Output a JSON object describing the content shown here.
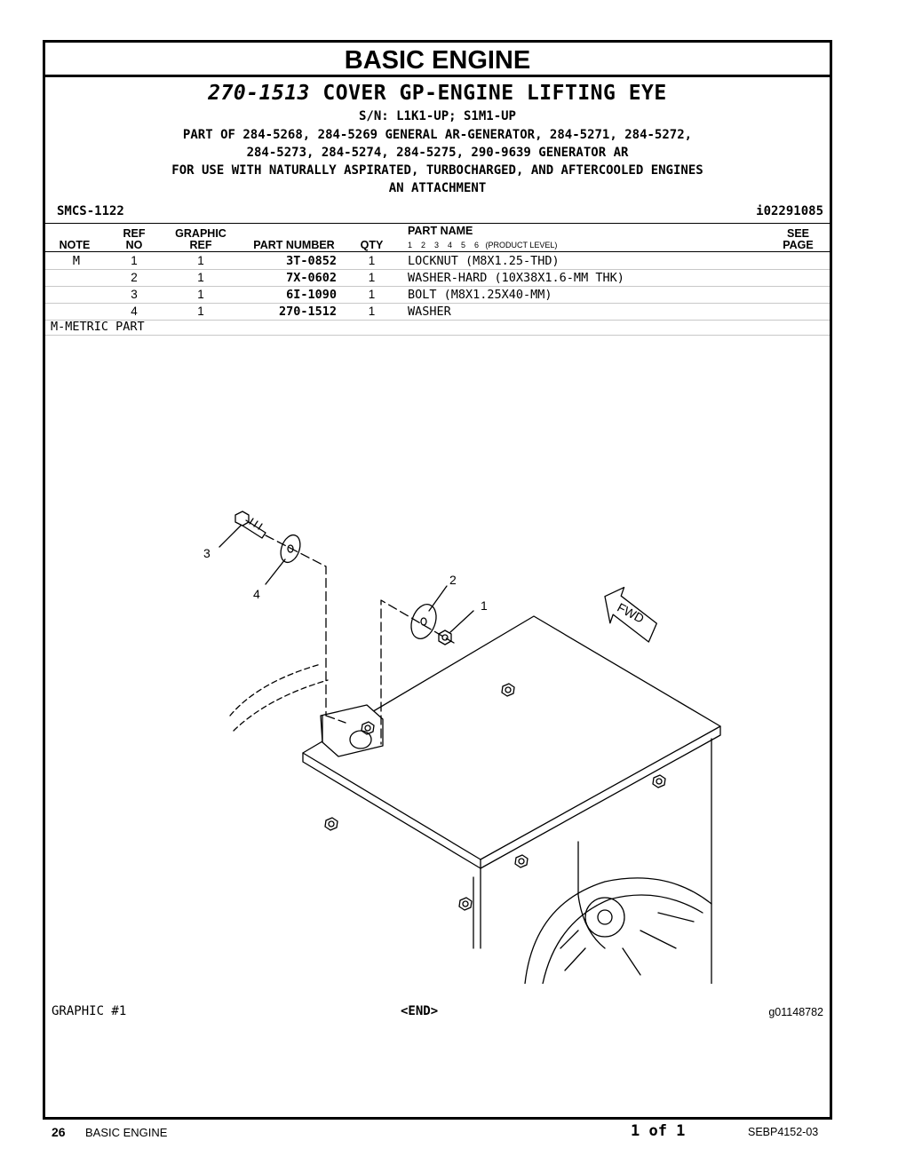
{
  "header": {
    "section_title": "BASIC ENGINE",
    "part_number": "270-1513",
    "part_title": "COVER GP-ENGINE LIFTING EYE",
    "serial_line": "S/N: L1K1-UP; S1M1-UP",
    "part_of_line1": "PART OF 284-5268, 284-5269 GENERAL AR-GENERATOR, 284-5271, 284-5272,",
    "part_of_line2": "284-5273, 284-5274, 284-5275, 290-9639 GENERATOR AR",
    "use_line1": "FOR USE WITH NATURALLY ASPIRATED, TURBOCHARGED, AND AFTERCOOLED ENGINES",
    "use_line2": "AN ATTACHMENT",
    "smcs": "SMCS-1122",
    "illustration_id": "i02291085"
  },
  "table": {
    "headers": {
      "note": "NOTE",
      "ref_top": "REF",
      "ref_bottom": "NO",
      "graphic_top": "GRAPHIC",
      "graphic_bottom": "REF",
      "part_number": "PART NUMBER",
      "qty": "QTY",
      "part_name": "PART NAME",
      "product_level": "1    2    3    4    5    6   (PRODUCT LEVEL)",
      "see_top": "SEE",
      "see_bottom": "PAGE"
    },
    "rows": [
      {
        "note": "M",
        "ref": "1",
        "graphic_ref": "1",
        "part_number": "3T-0852",
        "qty": "1",
        "name": "LOCKNUT (M8X1.25-THD)"
      },
      {
        "note": "",
        "ref": "2",
        "graphic_ref": "1",
        "part_number": "7X-0602",
        "qty": "1",
        "name": "WASHER-HARD (10X38X1.6-MM THK)"
      },
      {
        "note": "",
        "ref": "3",
        "graphic_ref": "1",
        "part_number": "6I-1090",
        "qty": "1",
        "name": "BOLT (M8X1.25X40-MM)"
      },
      {
        "note": "",
        "ref": "4",
        "graphic_ref": "1",
        "part_number": "270-1512",
        "qty": "1",
        "name": "WASHER"
      }
    ],
    "metric_note": "M-METRIC PART"
  },
  "drawing": {
    "callouts": [
      "1",
      "2",
      "3",
      "4"
    ],
    "direction_label": "FWD"
  },
  "graphic": {
    "label": "GRAPHIC #1",
    "end_marker": "<END>",
    "graphic_id": "g01148782"
  },
  "footer": {
    "page_number": "26",
    "section": "BASIC ENGINE",
    "page_of": "1 of 1",
    "doc_id": "SEBP4152-03"
  }
}
